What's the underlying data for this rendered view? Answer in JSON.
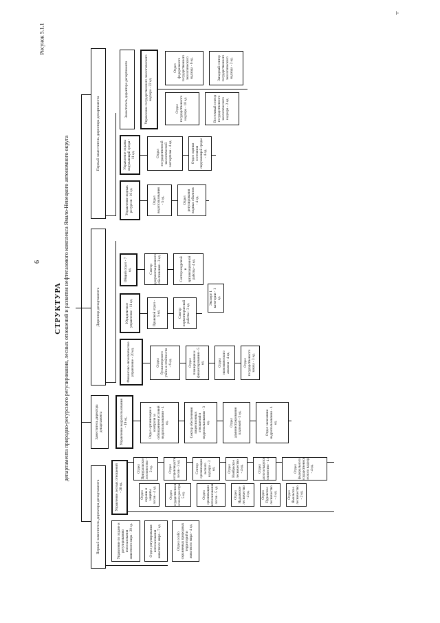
{
  "page": {
    "number": "6",
    "figure_label": "Рисунок 5.1.1",
    "corner_mark": "ㅜ"
  },
  "title": {
    "main": "СТРУКТУРА",
    "sub": "департамента природно-ресурсного регулирования, лесных отношений и развития нефтегазового комплекса Ямало-Ненецкого автономного округа"
  },
  "top_level": [
    "Первый заместитель директора департамента",
    "Директор департамента",
    "Первый заместитель директора департамента"
  ],
  "col1": {
    "head": "Управление лесных отношений - 36 ед.",
    "left_boxes": [
      "Управление по охране и регулированию использования животного мира - 20 ед.",
      "Отдел регулирования использования животного мира - 7 ед.",
      "Отдел особо охраняемых природных территорий и животного мира - 4 ед."
    ],
    "leaf_left": [
      "Отдел охраны и защиты лесов - 4 ед.",
      "Отдел государственного лесного реестра - 5 ед.",
      "Отдел организации использования лесов - 5 ед.",
      "Отдел Надымское лесничество - 4 ед.",
      "Отдел Пуровское лесничество - 4 ед.",
      "Отдел Ямальское лесничество - 2 ед."
    ],
    "leaf_right": [
      "Отдел Приуральское лесничество - 2 ед.",
      "Отдел воспроизводства лесов - 3 ед.",
      "Сектор организации лесного надзора - 3 ед.",
      "Отдел Ноябрьское лесничество - 4 ед.",
      "Отдел Красноселькупское лесничество - 4 ед.",
      "Отдел федерального государственного лесного надзора - 4 ед."
    ]
  },
  "col2": {
    "head": "Заместитель директора департамента",
    "sub_head": "Управление недропользования - 19 ед.",
    "boxes": [
      "Отдел организации и контроля за соблюдением условий недропользования - 4 ед.",
      "Сектор обеспечения лицензионных отношений в недропользовании - 3 ед.",
      "Отдел администрирования платежей - 5 ед.",
      "Отдел экономики недропользования - 4 ед."
    ]
  },
  "col3": {
    "head": "Директор департамента",
    "groups": [
      {
        "head": "Финансово-экономическое управление - 20 ед.",
        "items": [
          "Отдел бухгалтерского учёта и отчётности - 6 ед.",
          "Отдел планирования и финансирования - 5 ед.",
          "Отдел экономического анализа - 4 ед.",
          "Отдел государственного заказа - 3 ед."
        ]
      },
      {
        "head": "Юридическое управление - 11 ед.",
        "items": [
          "Правовой отдел - 5 ед.",
          "Сектор нормотворческой работы - 3 ед."
        ]
      },
      {
        "head": "Общий отдел - 7 ед.",
        "items": [
          "Сектор документационного обеспечения - 3 ед.",
          "Сектор кадровой и организационной работы - 4 ед."
        ]
      }
    ],
    "standalone": "Эксперт 1 категории - 1 ед."
  },
  "col4": {
    "head": "Первый заместитель директора департамента",
    "groups": [
      {
        "head": "Управление водных ресурсов - 16 ед.",
        "items": [
          "Отдел водопользования - 5 ед.",
          "Отдел регулирования водных объектов - 4 ед."
        ]
      },
      {
        "head": "Управление охраны окружающей среды - 11 ед.",
        "items": [
          "Отдел государственной экологической экспертизы - 4 ед.",
          "Отдел оценки состояния окружающей среды - 4 ед."
        ]
      },
      {
        "head": "Заместитель директора департамента",
        "sub_head": "Управление государственного экологического надзора - 22 ед.",
        "items": [
          "Отдел государственного надзора - 10 ед.",
          "Отдел федерального государственного экологического надзора - 6 ед.",
          "Восточный сектор государственного экологического надзора - 2 ед.",
          "Западный сектор государственного экологического надзора - 2 ед."
        ]
      }
    ]
  }
}
